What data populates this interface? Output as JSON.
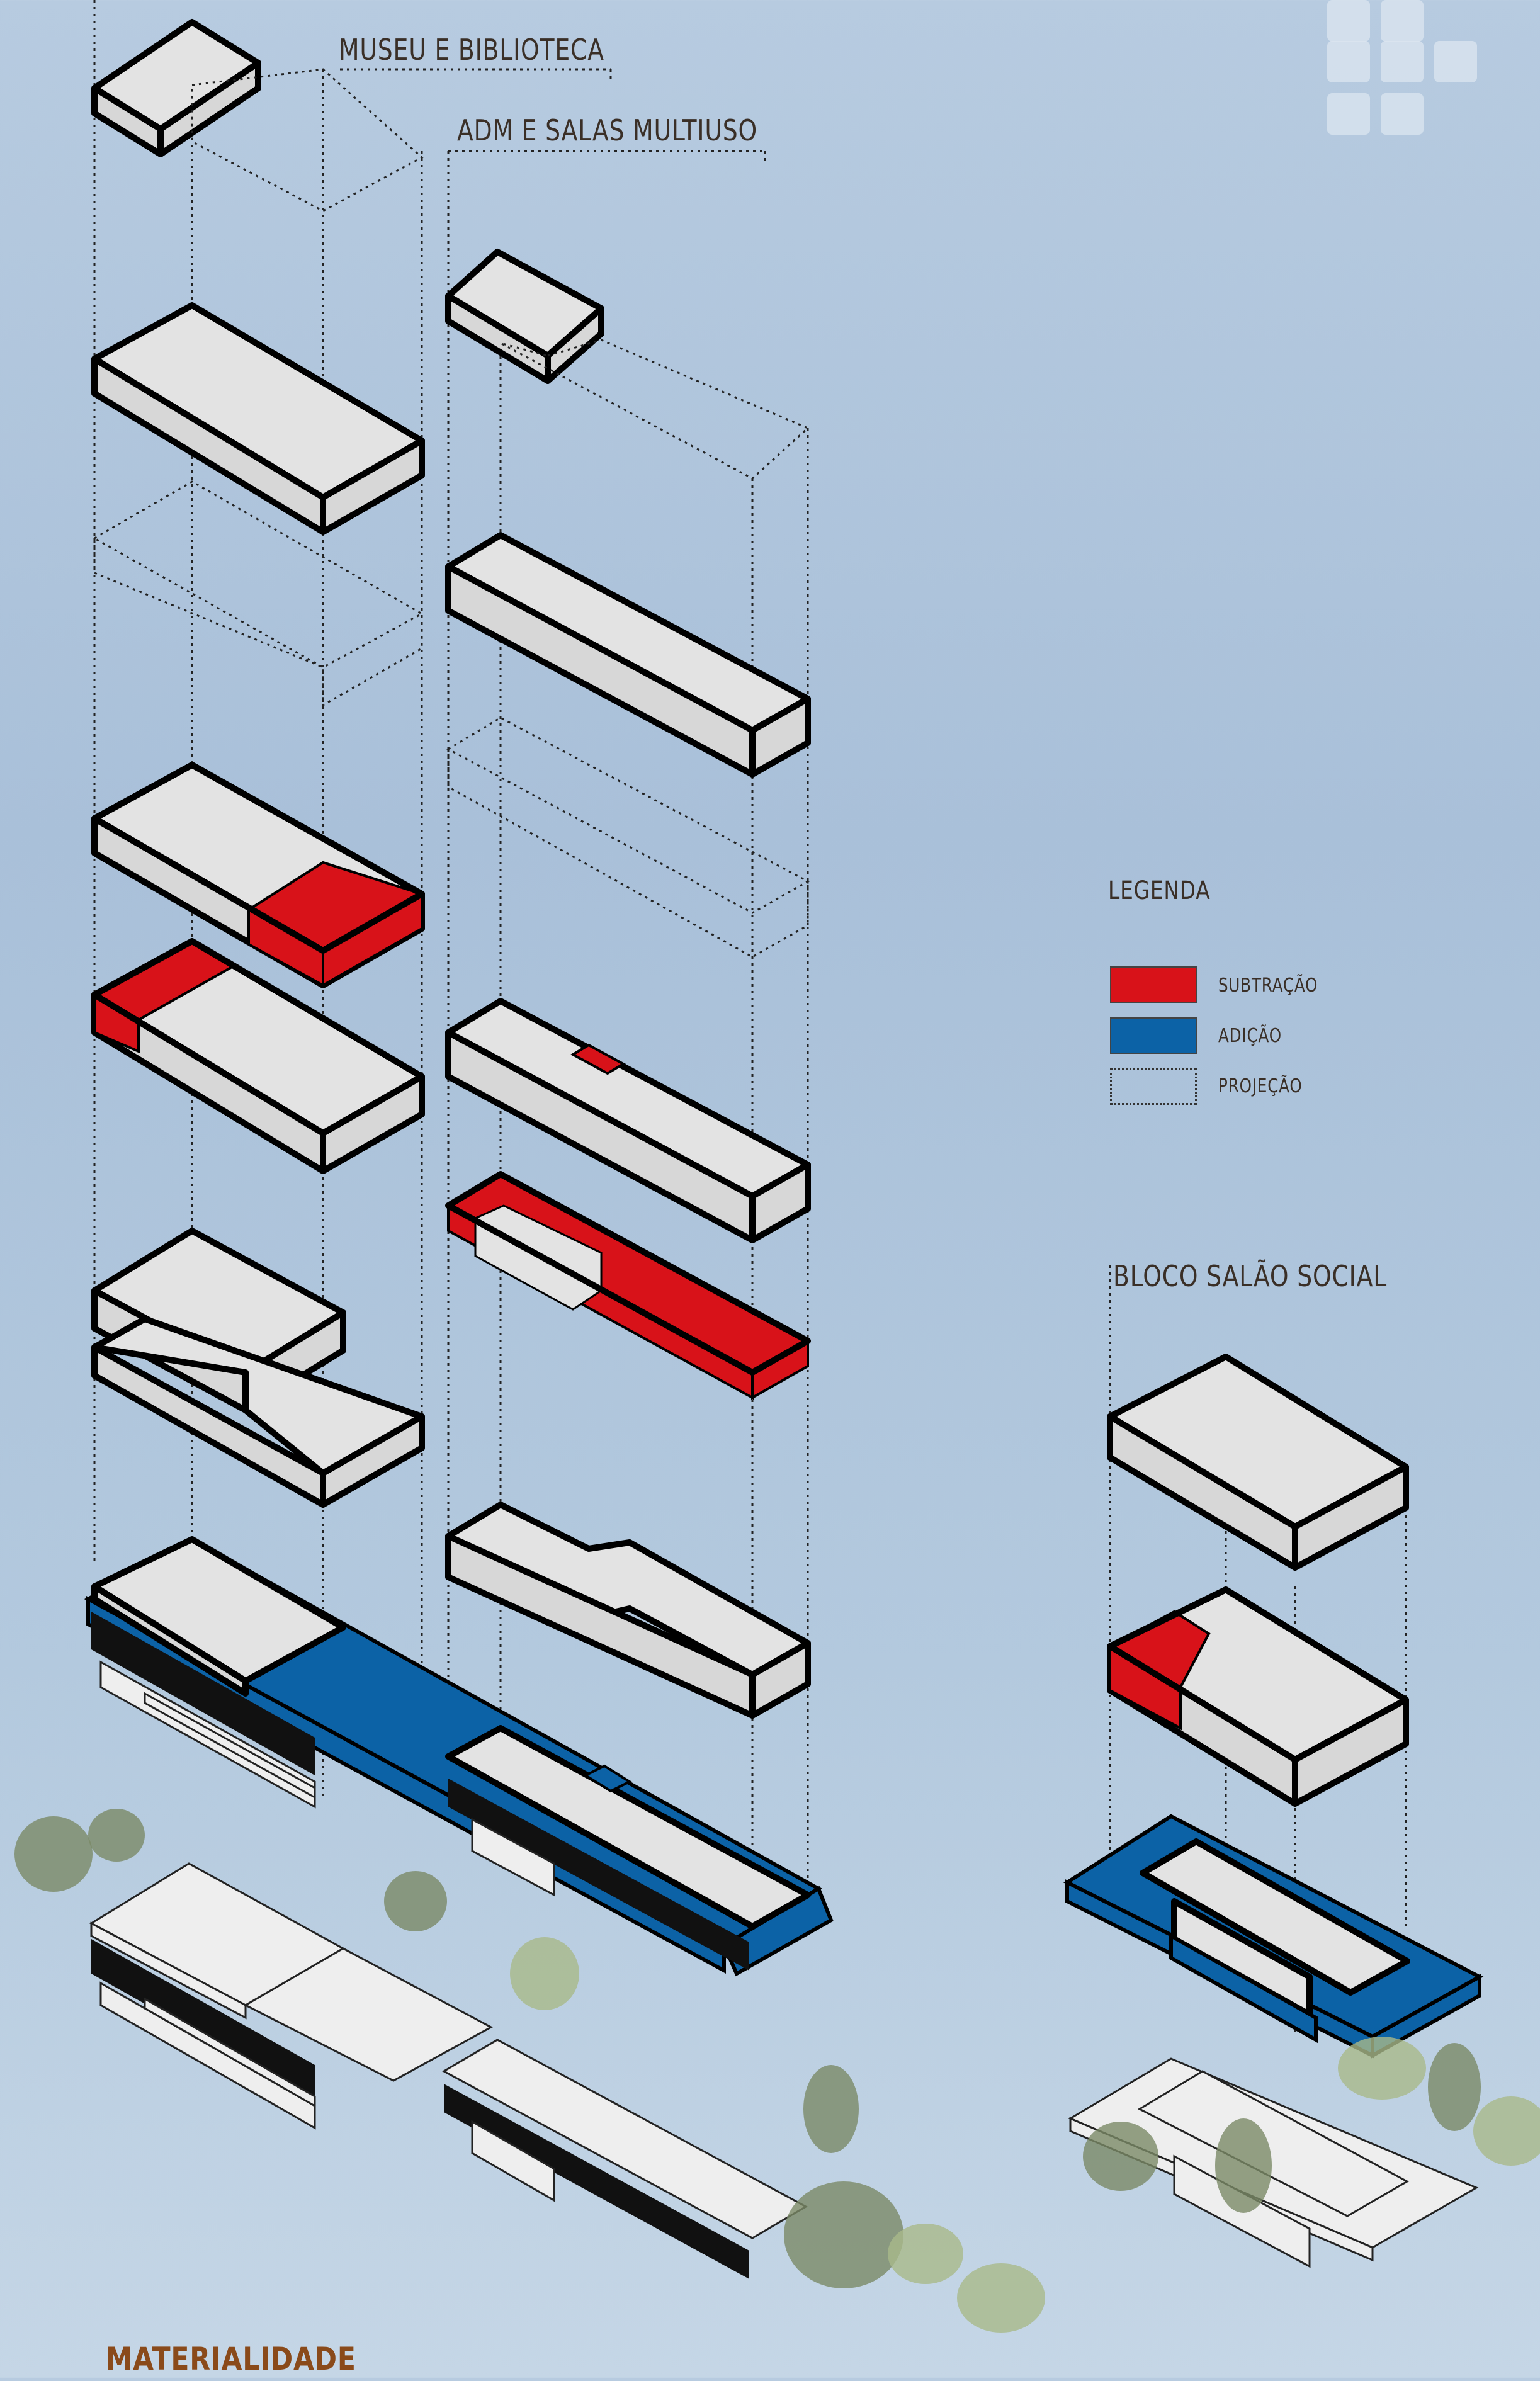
{
  "labels": {
    "museu": "MUSEU E BIBLIOTECA",
    "adm": "ADM E SALAS MULTIUSO",
    "bloco": "BLOCO SALÃO SOCIAL",
    "footer": "MATERIALIDADE"
  },
  "legend": {
    "title": "LEGENDA",
    "items": [
      {
        "label": "SUBTRAÇÃO",
        "color": "#d81219"
      },
      {
        "label": "ADIÇÃO",
        "color": "#0c62a6"
      },
      {
        "label": "PROJEÇÃO",
        "color": "dotted"
      }
    ]
  },
  "colors": {
    "subtraction": "#d81219",
    "addition": "#0c62a6",
    "volume_top": "#e5e5e5",
    "outline": "#000000",
    "tree": "#7d8c6b"
  }
}
